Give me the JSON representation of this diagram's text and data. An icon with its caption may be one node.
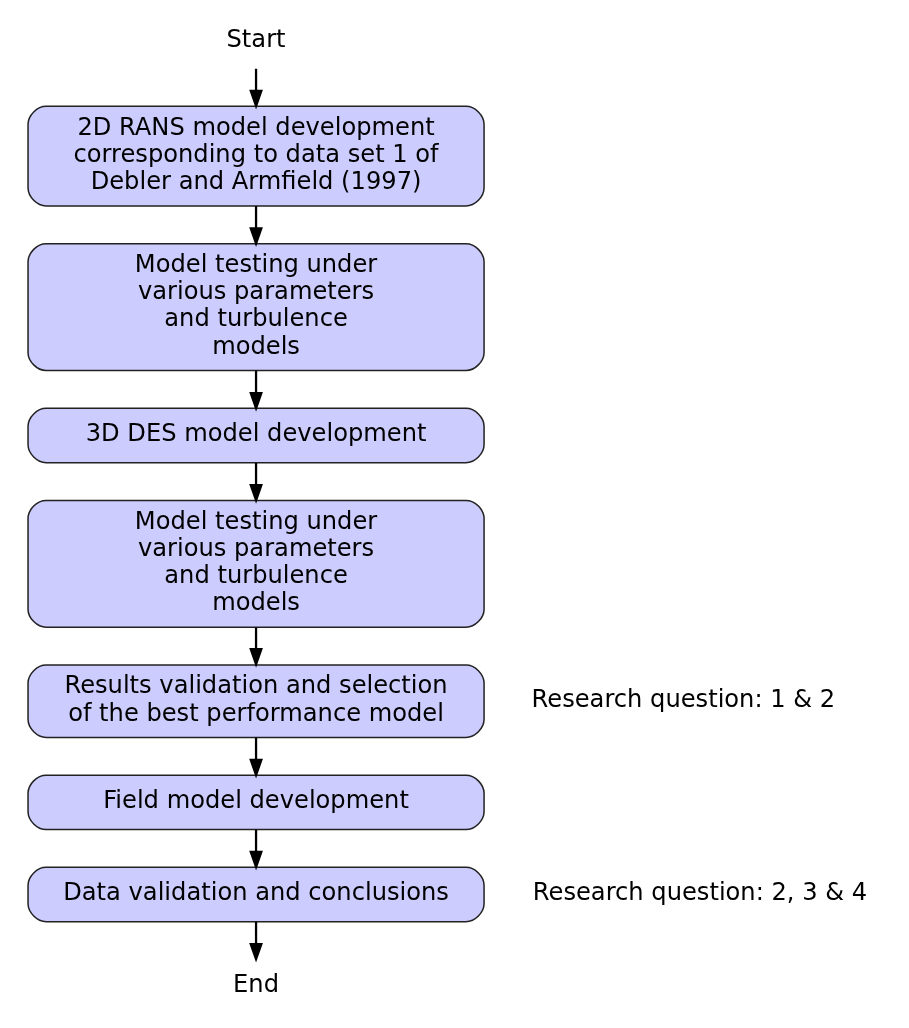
{
  "diagram": {
    "nodes": [
      {
        "text": [
          "Start"
        ]
      },
      {
        "text": [
          "2D RANS model development corresponding to data set 1 of Debler and Armfield (1997)"
        ]
      },
      {
        "text": [
          "Model testing under various parameters and turbulence models"
        ]
      },
      {
        "text": [
          "3D DES model development"
        ]
      },
      {
        "text": [
          "Model testing under various parameters and turbulence models"
        ]
      },
      {
        "text": [
          "Results validation and selection of the best performance model"
        ],
        "beside": [
          "Research question: 1 & 2"
        ]
      },
      {
        "text": [
          "Field model development"
        ]
      },
      {
        "text": [
          "Data validation and conclusions"
        ],
        "beside": [
          "Research question: 2, 3 & 4"
        ]
      },
      {
        "text": [
          "End"
        ]
      }
    ],
    "edges": [
      {
        "from": 0,
        "to": 1,
        "arrow": "to"
      },
      {
        "from": 1,
        "to": 2,
        "arrow": "to"
      },
      {
        "from": 2,
        "to": 3,
        "arrow": "to"
      },
      {
        "from": 3,
        "to": 4,
        "arrow": "to"
      },
      {
        "from": 4,
        "to": 5,
        "arrow": "to"
      },
      {
        "from": 5,
        "to": 6,
        "arrow": "to"
      },
      {
        "from": 6,
        "to": 7,
        "arrow": "to"
      },
      {
        "from": 7,
        "to": 8,
        "arrow": "to"
      }
    ]
  }
}
